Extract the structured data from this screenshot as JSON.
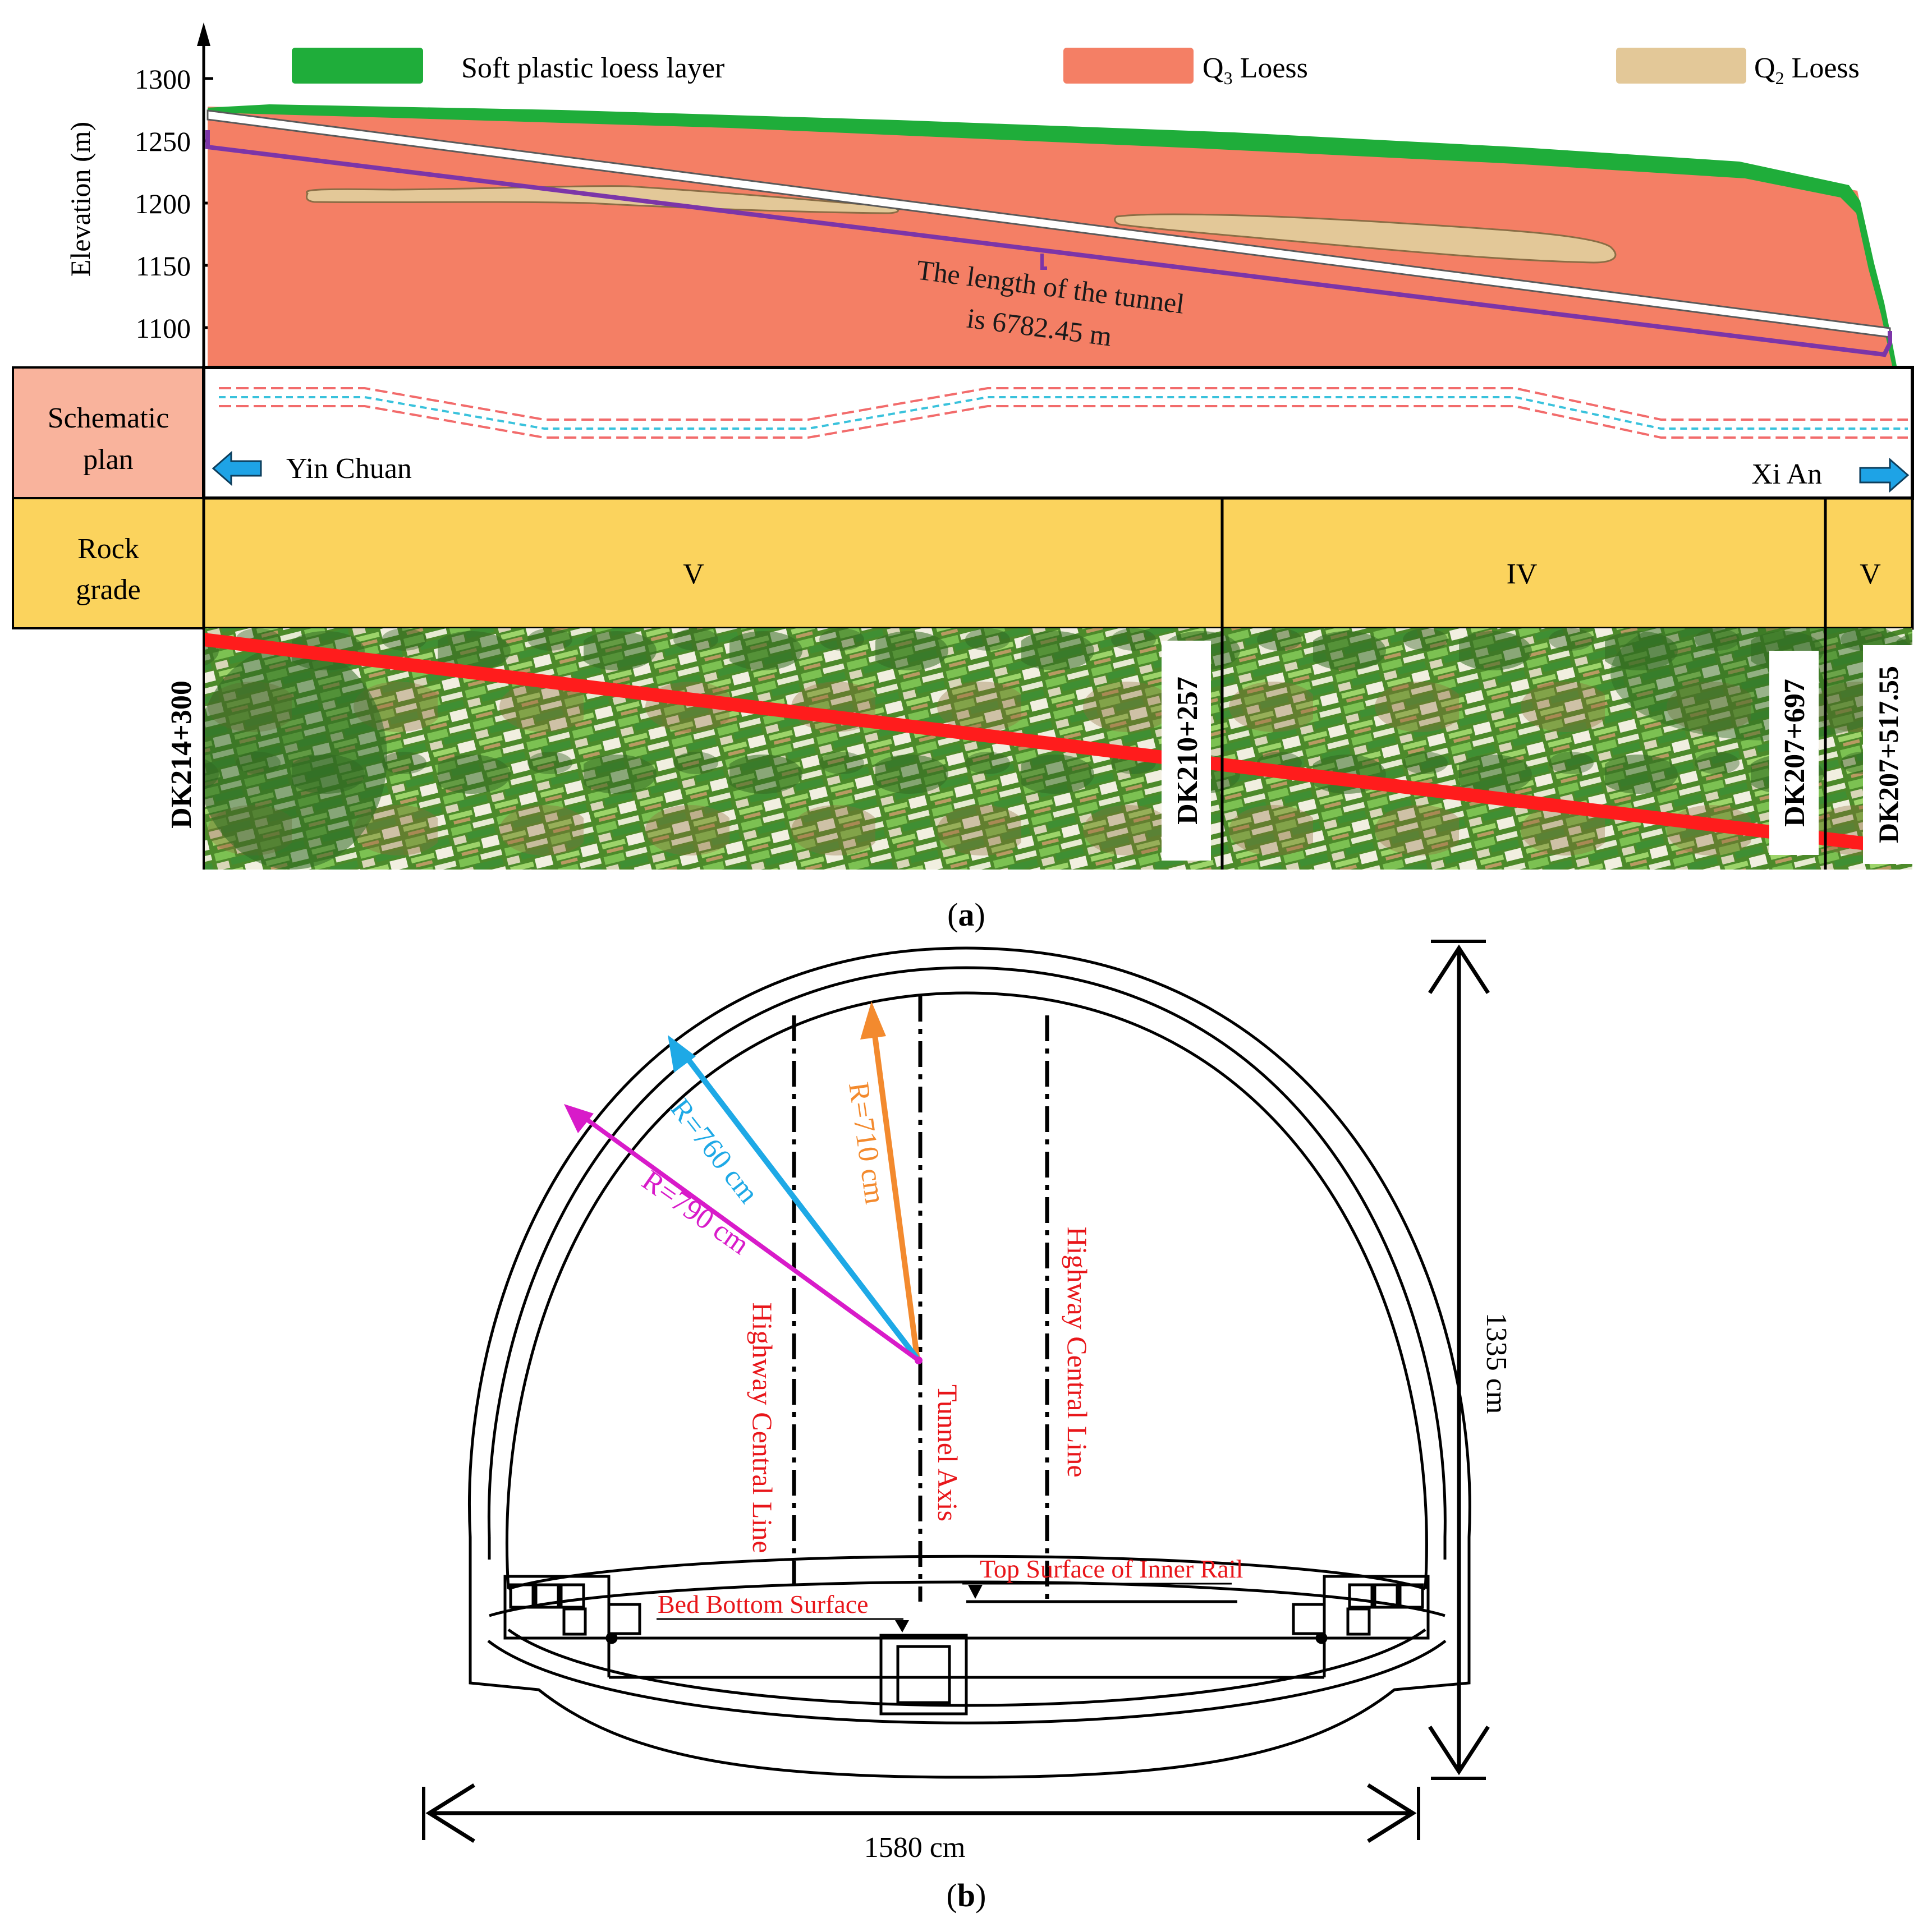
{
  "panel_a": {
    "caption": "(a)",
    "caption_letter": "a",
    "y_axis": {
      "label": "Elevation (m)",
      "ticks": [
        "1300",
        "1250",
        "1200",
        "1150",
        "1100"
      ]
    },
    "legend": [
      {
        "label": "Soft plastic loess layer",
        "color": "#1fad3a"
      },
      {
        "label": "Q3 Loess",
        "main": "Q",
        "sub": "3",
        "tail": " Loess",
        "color": "#f47f65"
      },
      {
        "label": "Q2 Loess",
        "main": "Q",
        "sub": "2",
        "tail": " Loess",
        "color": "#e3c898"
      }
    ],
    "tunnel_note": [
      "The length of the tunnel",
      "is 6782.45 m"
    ],
    "schematic": {
      "label": [
        "Schematic",
        "plan"
      ],
      "left_dir": "Yin Chuan",
      "right_dir": "Xi An",
      "arrow_color": "#1ea3e6"
    },
    "rock_grade": {
      "label": [
        "Rock",
        "grade"
      ],
      "segments": [
        "V",
        "IV",
        "V"
      ],
      "color": "#fbd35d"
    },
    "chainages": [
      "DK214+300",
      "DK210+257",
      "DK207+697",
      "DK207+517.55"
    ],
    "route_color": "#ff1c1c"
  },
  "panel_b": {
    "caption": "(b)",
    "caption_letter": "b",
    "radii": [
      {
        "label": "R=710 cm",
        "color": "#f38a2e"
      },
      {
        "label": "R=760 cm",
        "color": "#1ea9e6"
      },
      {
        "label": "R=790 cm",
        "color": "#d81bc9"
      }
    ],
    "labels": {
      "highway_left": "Highway Central Line",
      "tunnel_axis": "Tunnel Axis",
      "highway_right": "Highway Central Line",
      "top_surface": "Top Surface of Inner Rail",
      "bed_bottom": "Bed Bottom Surface"
    },
    "dimensions": {
      "width": "1580 cm",
      "height": "1335 cm"
    },
    "label_color": "#e8161a"
  }
}
